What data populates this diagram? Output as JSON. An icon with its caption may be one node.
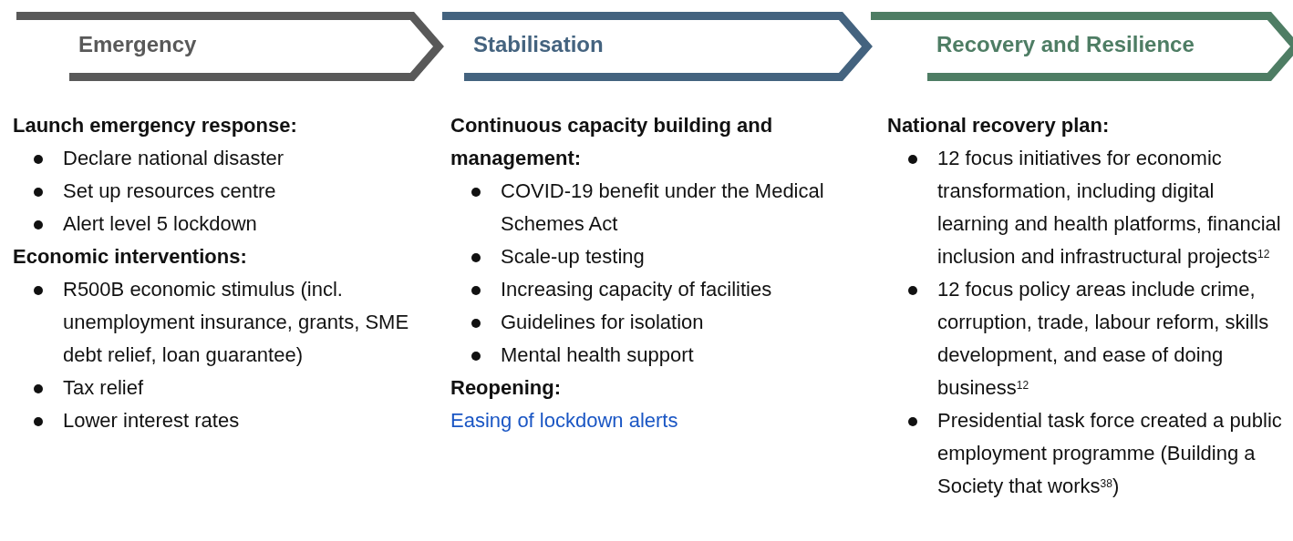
{
  "diagram": {
    "nodes": [
      {
        "text": [
          "Emergency"
        ]
      },
      {
        "text": [
          "Stabilisation"
        ]
      },
      {
        "text": [
          "Recovery and Resilience"
        ]
      }
    ],
    "labels": [
      "Launch emergency response:",
      "Declare national disaster",
      "Set up resources centre",
      "Alert level 5 lockdown",
      "Economic interventions:",
      "R500B economic stimulus (incl. unemployment insurance, grants, SME debt relief, loan guarantee)",
      "Tax relief",
      "Lower interest rates",
      "Continuous capacity building and management:",
      "COVID-19 benefit under the Medical Schemes Act",
      "Scale-up testing",
      "Increasing capacity of facilities",
      "Guidelines for isolation",
      "Mental health support",
      "Reopening:",
      "Easing of lockdown alerts",
      "National recovery plan:",
      "12 focus initiatives for economic transformation, including digital learning and health platforms, financial inclusion and infrastructural projects$^{12}$",
      "12 focus policy areas include crime, corruption, trade, labour reform, skills development, and ease of doing business$^{12}$",
      "Presidential task force created a public employment programme (Building a Society that works$^{38}$)"
    ]
  }
}
